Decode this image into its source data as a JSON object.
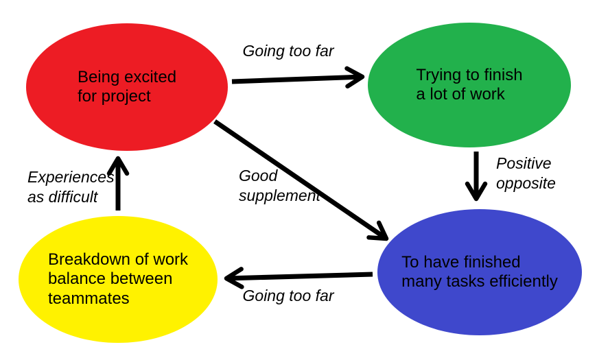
{
  "diagram": {
    "background": "#ffffff",
    "arrow_color": "#000000",
    "text_color": "#000000",
    "nodes": [
      {
        "id": "being-excited",
        "color": "#ed1c24",
        "label": "Being excited for project",
        "lines": [
          "Being excited",
          "for project"
        ]
      },
      {
        "id": "trying-to-finish",
        "color": "#22b14c",
        "label": "Trying to finish a lot of work",
        "lines": [
          "Trying to finish",
          "a lot of work"
        ]
      },
      {
        "id": "finished-tasks",
        "color": "#3f48cc",
        "label": "To have finished many tasks efficiently",
        "lines": [
          "To have finished",
          "many tasks efficiently"
        ]
      },
      {
        "id": "breakdown",
        "color": "#fff200",
        "label": "Breakdown of work balance between teammates",
        "lines": [
          "Breakdown of work",
          "balance between",
          "teammates"
        ]
      }
    ],
    "edges": [
      {
        "from": "being-excited",
        "to": "trying-to-finish",
        "relation": "Going too far",
        "lines": [
          "Going too far"
        ]
      },
      {
        "from": "trying-to-finish",
        "to": "finished-tasks",
        "relation": "Positive opposite",
        "lines": [
          "Positive",
          "opposite"
        ]
      },
      {
        "from": "being-excited",
        "to": "finished-tasks",
        "relation": "Good supplement",
        "lines": [
          "Good",
          "supplement"
        ]
      },
      {
        "from": "finished-tasks",
        "to": "breakdown",
        "relation": "Going too far",
        "lines": [
          "Going too far"
        ]
      },
      {
        "from": "breakdown",
        "to": "being-excited",
        "relation": "Experiences as difficult",
        "lines": [
          "Experiences",
          "as difficult"
        ]
      }
    ]
  }
}
